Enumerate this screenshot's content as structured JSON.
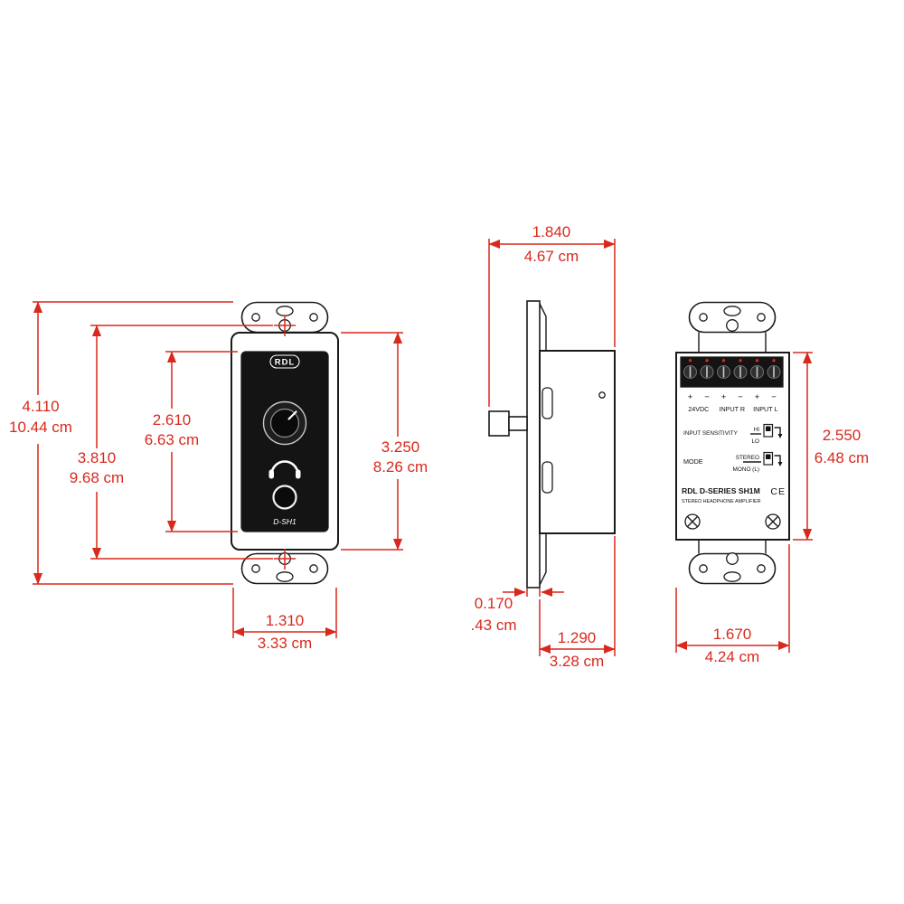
{
  "colors": {
    "dimension_red": "#d9291c",
    "line_black": "#1a1a1a",
    "panel_black": "#141414"
  },
  "front": {
    "brand": "RDL",
    "model": "D-SH1"
  },
  "back": {
    "polarity": [
      "+",
      "−",
      "+",
      "−",
      "+",
      "−"
    ],
    "terminal_groups": [
      "24VDC",
      "INPUT R",
      "INPUT L"
    ],
    "sensitivity_label": "INPUT SENSITIVITY",
    "sensitivity_hi": "HI",
    "sensitivity_lo": "LO",
    "mode_label": "MODE",
    "mode_stereo": "STEREO",
    "mode_mono": "MONO (L)",
    "model_line": "RDL D-SERIES SH1M",
    "subtitle": "STEREO HEADPHONE AMPLIFIER",
    "ce_mark": "CE"
  },
  "dimensions": {
    "front_overall_height": {
      "in": "4.110",
      "cm": "10.44 cm"
    },
    "front_hole_spacing": {
      "in": "3.810",
      "cm": "9.68 cm"
    },
    "front_insert_height": {
      "in": "2.610",
      "cm": "6.63 cm"
    },
    "front_plate_height": {
      "in": "3.250",
      "cm": "8.26 cm"
    },
    "front_width": {
      "in": "1.310",
      "cm": "3.33 cm"
    },
    "side_overall_depth": {
      "in": "1.840",
      "cm": "4.67 cm"
    },
    "side_plate_thickness": {
      "in": "0.170",
      "cm": ".43 cm"
    },
    "side_box_depth": {
      "in": "1.290",
      "cm": "3.28 cm"
    },
    "back_body_height": {
      "in": "2.550",
      "cm": "6.48 cm"
    },
    "back_body_width": {
      "in": "1.670",
      "cm": "4.24 cm"
    }
  }
}
